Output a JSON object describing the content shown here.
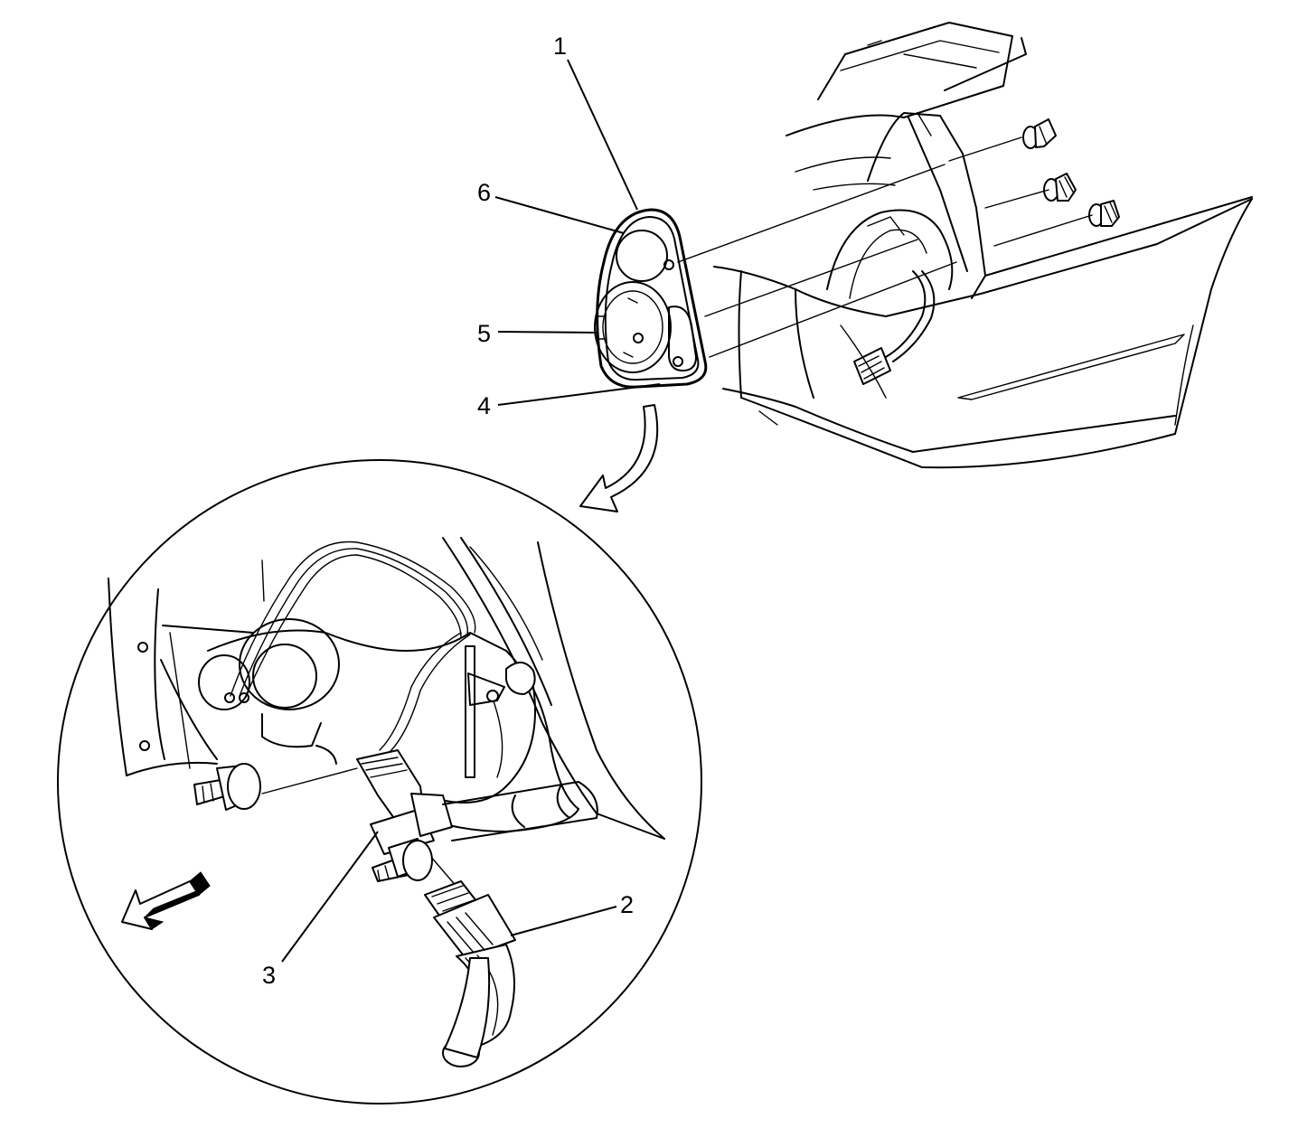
{
  "callouts": [
    {
      "id": "1",
      "label": "1"
    },
    {
      "id": "2",
      "label": "2"
    },
    {
      "id": "3",
      "label": "3"
    },
    {
      "id": "4",
      "label": "4"
    },
    {
      "id": "5",
      "label": "5"
    },
    {
      "id": "6",
      "label": "6"
    }
  ],
  "icons": {
    "detail_arrow": "curved-arrow-icon",
    "forward_direction": "forward-direction-arrow-icon"
  }
}
